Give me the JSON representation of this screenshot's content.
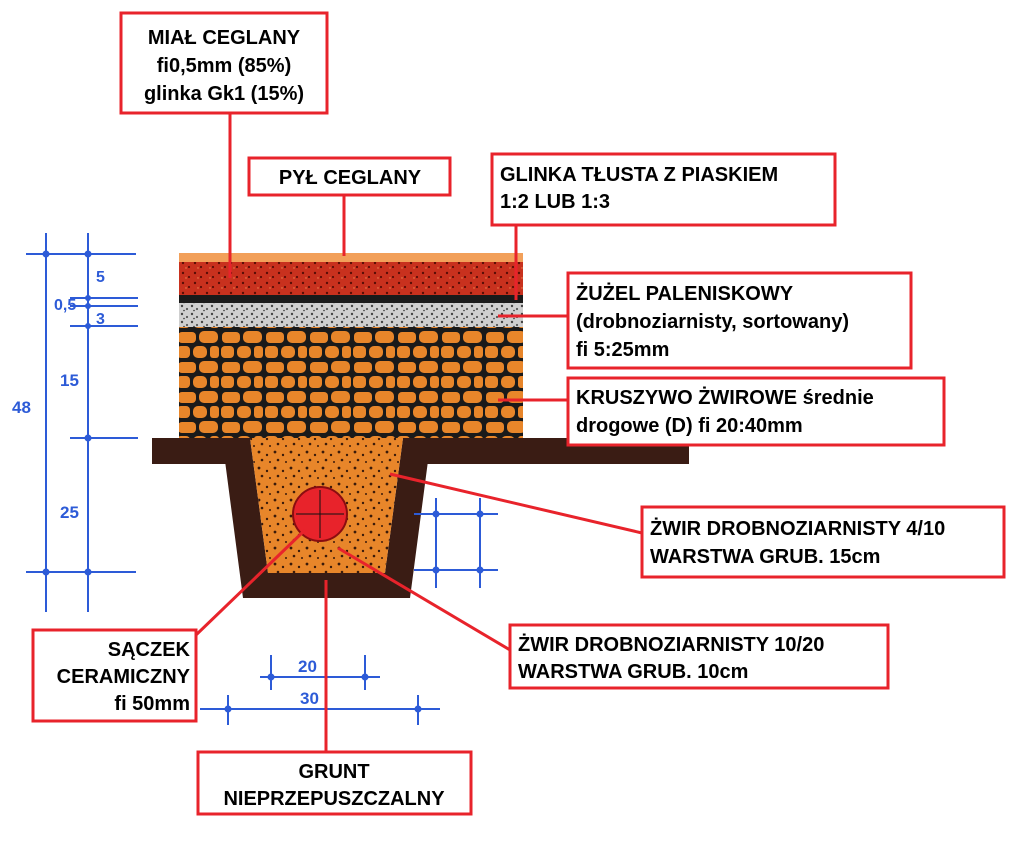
{
  "colors": {
    "label_border": "#e8232b",
    "leader_line": "#e8232b",
    "dimension": "#2d5bd7",
    "brick_dust": "#f2a05a",
    "brick_chip": "#c8311e",
    "slag": "#d9d9d9",
    "aggregate": "#e8862a",
    "gravel_fill": "#e8862a",
    "trench_wall": "#3a1c14",
    "pipe": "#e8232b"
  },
  "labels": {
    "brick_chip": [
      "MIAŁ CEGLANY",
      "fi0,5mm (85%)",
      "glinka Gk1 (15%)"
    ],
    "brick_dust": [
      "PYŁ CEGLANY"
    ],
    "clay_sand": [
      "GLINKA TŁUSTA Z PIASKIEM",
      "1:2 LUB 1:3"
    ],
    "slag": [
      "ŻUŻEL PALENISKOWY",
      "(drobnoziarnisty, sortowany)",
      "fi 5:25mm"
    ],
    "aggregate": [
      "KRUSZYWO ŻWIROWE średnie",
      "drogowe (D) fi 20:40mm"
    ],
    "gravel_4_10": [
      "ŻWIR DROBNOZIARNISTY 4/10",
      "WARSTWA GRUB. 15cm"
    ],
    "gravel_10_20": [
      "ŻWIR DROBNOZIARNISTY 10/20",
      "WARSTWA GRUB. 10cm"
    ],
    "pipe": [
      "SĄCZEK",
      "CERAMICZNY",
      "fi 50mm"
    ],
    "ground": [
      "GRUNT",
      "NIEPRZEPUSZCZALNY"
    ]
  },
  "dimensions": {
    "layer_brick": "5",
    "layer_clay": "0,5",
    "layer_slag": "3",
    "layer_aggregate": "15",
    "trench_depth": "25",
    "total": "48",
    "trench_bottom_width": "20",
    "trench_top_width": "30"
  }
}
